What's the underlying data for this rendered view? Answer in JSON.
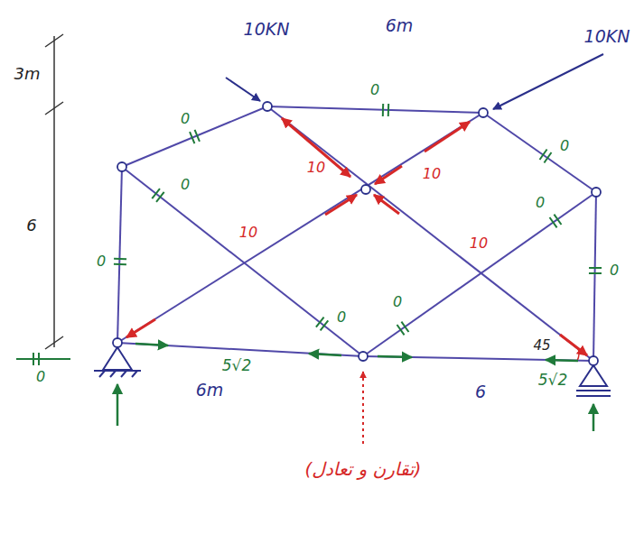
{
  "diagram": {
    "labels": [
      "10KN",
      "6m",
      "10KN",
      "3m",
      "0",
      "0",
      "0",
      "10",
      "10",
      "0",
      "0",
      "6",
      "0",
      "0",
      "10",
      "10",
      "0",
      "0",
      "45",
      "0",
      "5√2",
      "5√2",
      "6m",
      "6",
      "(تقارن و تعادل)"
    ]
  }
}
